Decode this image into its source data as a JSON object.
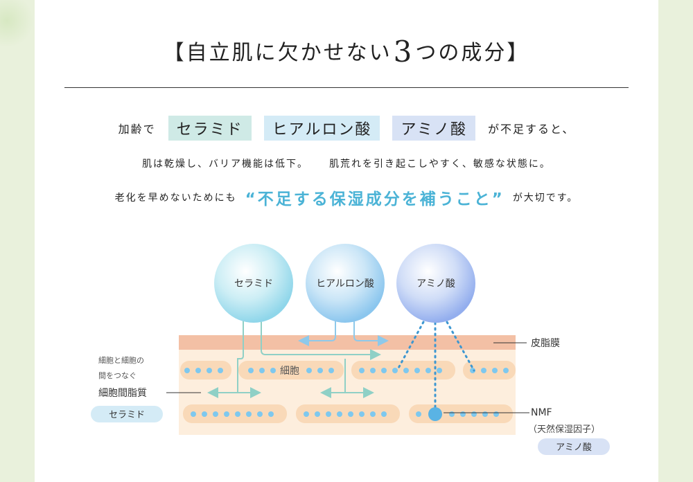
{
  "heading": {
    "prefix": "【自立肌に欠かせない",
    "number": "3",
    "suffix": "つの成分】"
  },
  "intro": {
    "lead": "加齢で",
    "chips": [
      "セラミド",
      "ヒアルロン酸",
      "アミノ酸"
    ],
    "tail": "が不足すると、",
    "sentence2a": "肌は乾燥し、バリア機能は低下。",
    "sentence2b": "肌荒れを引き起こしやすく、敏感な状態に。",
    "sentence3a": "老化を早めないためにも",
    "emphasis": "“不足する保湿成分を補うこと”",
    "sentence3b": "が大切です。"
  },
  "diagram": {
    "spheres": [
      "セラミド",
      "ヒアルロン酸",
      "アミノ酸"
    ],
    "cell_label": "細胞",
    "left_note_line1": "細胞と細胞の",
    "left_note_line2": "間をつなぐ",
    "left_label": "細胞間脂質",
    "left_badge": "セラミド",
    "right_label_top": "皮脂膜",
    "right_label_nmf": "NMF",
    "right_label_nmf_sub": "（天然保湿因子）",
    "right_badge": "アミノ酸"
  },
  "colors": {
    "accent": "#4bb3d6",
    "sebum": "#f3c0a5",
    "skin": "#fdeedd",
    "cell": "#f9d9b8",
    "dot": "#7ec8ee",
    "teal_arrow": "#8fd0c6",
    "nmf_dot": "#3d97d1"
  }
}
